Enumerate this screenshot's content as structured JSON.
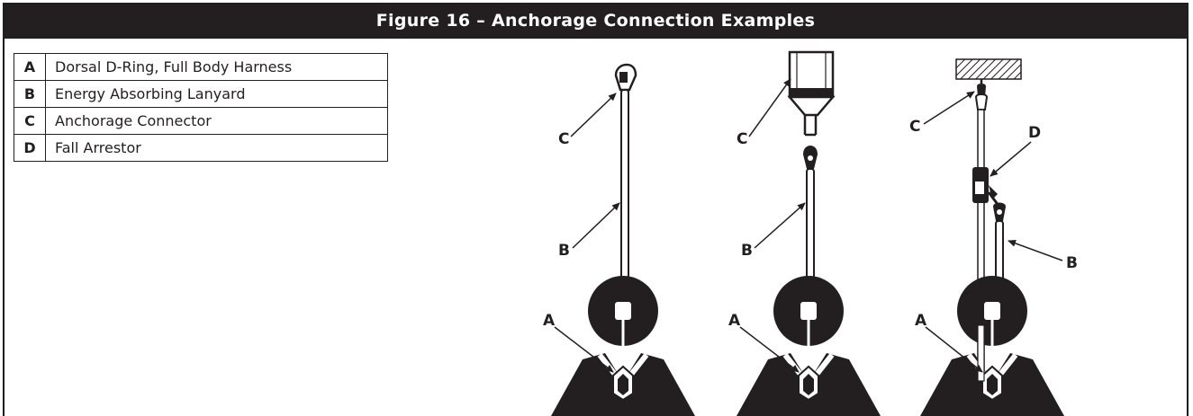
{
  "header": {
    "title": "Figure 16 – Anchorage Connection Examples"
  },
  "legend": {
    "rows": [
      {
        "key": "A",
        "desc": "Dorsal D-Ring, Full Body Harness"
      },
      {
        "key": "B",
        "desc": "Energy Absorbing Lanyard"
      },
      {
        "key": "C",
        "desc": "Anchorage Connector"
      },
      {
        "key": "D",
        "desc": "Fall Arrestor"
      }
    ]
  },
  "illustrations": {
    "fig1": {
      "label_c": "C",
      "label_b": "B",
      "label_a": "A"
    },
    "fig2": {
      "label_c": "C",
      "label_b": "B",
      "label_a": "A"
    },
    "fig3": {
      "label_c": "C",
      "label_d": "D",
      "label_b": "B",
      "label_a": "A"
    }
  }
}
